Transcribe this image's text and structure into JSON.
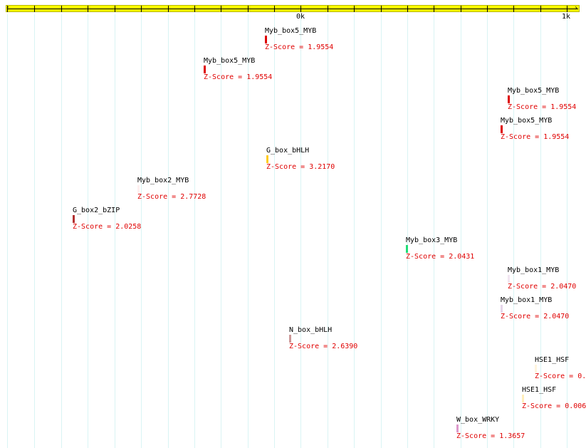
{
  "ruler": {
    "bar_color": "#ffff00",
    "tick_labels": [
      {
        "text": "0k",
        "value": 0
      },
      {
        "text": "1k",
        "value": 1000
      }
    ]
  },
  "motifs": [
    {
      "name": "Myb_box5_MYB",
      "score": "Z-Score = 1.9554",
      "color": "#dd0000"
    },
    {
      "name": "Myb_box5_MYB",
      "score": "Z-Score = 1.9554",
      "color": "#dd0000"
    },
    {
      "name": "Myb_box5_MYB",
      "score": "Z-Score = 1.9554",
      "color": "#dd0000"
    },
    {
      "name": "Myb_box5_MYB",
      "score": "Z-Score = 1.9554",
      "color": "#dd0000"
    },
    {
      "name": "G_box_bHLH",
      "score": "Z-Score = 3.2170",
      "color": "#ffcc22"
    },
    {
      "name": "Myb_box2_MYB",
      "score": "Z-Score = 2.7728",
      "color": "#fff0f0"
    },
    {
      "name": "G_box2_bZIP",
      "score": "Z-Score = 2.0258",
      "color": "#b23030"
    },
    {
      "name": "Myb_box3_MYB",
      "score": "Z-Score = 2.0431",
      "color": "#22dd77"
    },
    {
      "name": "Myb_box1_MYB",
      "score": "Z-Score = 2.0470",
      "color": "#f2e6f2"
    },
    {
      "name": "Myb_box1_MYB",
      "score": "Z-Score = 2.0470",
      "color": "#e6d6ea"
    },
    {
      "name": "N_box_bHLH",
      "score": "Z-Score = 2.6390",
      "color": "#cc9999"
    },
    {
      "name": "HSE1_HSF",
      "score": "Z-Score = 0.",
      "color": "#fff4dd"
    },
    {
      "name": "HSE1_HSF",
      "score": "Z-Score = 0.006",
      "color": "#ffeebb"
    },
    {
      "name": "W_box_WRKY",
      "score": "Z-Score = 1.3657",
      "color": "#dd99cc"
    }
  ]
}
